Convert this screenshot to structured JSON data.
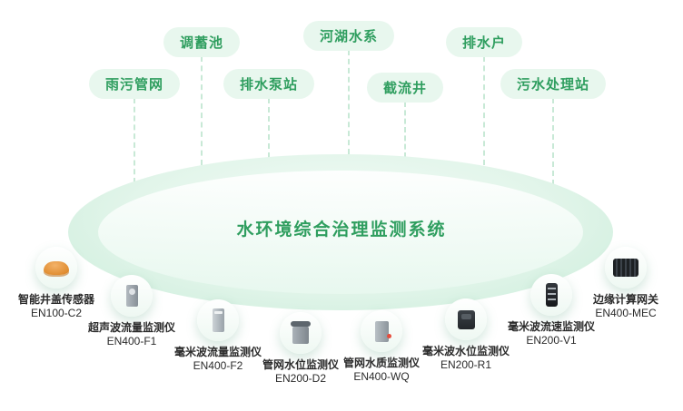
{
  "title": "水环境综合治理监测系统",
  "badges": [
    {
      "label": "调蓄池"
    },
    {
      "label": "河湖水系"
    },
    {
      "label": "排水户"
    },
    {
      "label": "雨污管网"
    },
    {
      "label": "排水泵站"
    },
    {
      "label": "截流井"
    },
    {
      "label": "污水处理站"
    }
  ],
  "devices": [
    {
      "name": "智能井盖传感器",
      "model": "EN100-C2",
      "icon": "manhole-sensor-icon"
    },
    {
      "name": "超声波流量监测仪",
      "model": "EN400-F1",
      "icon": "ultrasonic-flow-monitor-icon"
    },
    {
      "name": "毫米波流量监测仪",
      "model": "EN400-F2",
      "icon": "mmwave-flow-monitor-icon"
    },
    {
      "name": "管网水位监测仪",
      "model": "EN200-D2",
      "icon": "pipe-water-level-monitor-icon"
    },
    {
      "name": "管网水质监测仪",
      "model": "EN400-WQ",
      "icon": "pipe-water-quality-monitor-icon"
    },
    {
      "name": "毫米波水位监测仪",
      "model": "EN200-R1",
      "icon": "mmwave-water-level-monitor-icon"
    },
    {
      "name": "毫米波流速监测仪",
      "model": "EN200-V1",
      "icon": "mmwave-velocity-monitor-icon"
    },
    {
      "name": "边缘计算网关",
      "model": "EN400-MEC",
      "icon": "edge-gateway-icon"
    }
  ],
  "colors": {
    "accent_green": "#2f9e5f",
    "badge_background": "#e8f7ee",
    "ellipse_fill": "#dff3e8",
    "device_orange": "#d9801e",
    "text_dark": "#2b2b2b",
    "dashed_line": "#c8e9d6"
  }
}
